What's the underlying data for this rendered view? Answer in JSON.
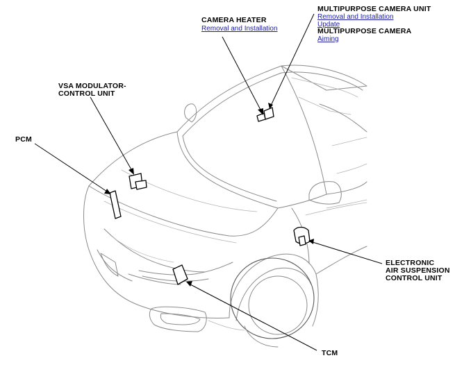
{
  "labels": {
    "camera_heater": {
      "title": "CAMERA HEATER",
      "links": [
        "Removal and Installation"
      ]
    },
    "multipurpose_camera_unit": {
      "title": "MULTIPURPOSE CAMERA UNIT",
      "links": [
        "Removal and Installation",
        "Update"
      ]
    },
    "multipurpose_camera": {
      "title": "MULTIPURPOSE CAMERA",
      "links": [
        "Aiming"
      ]
    },
    "vsa_modulator": {
      "line1": "VSA MODULATOR-",
      "line2": "CONTROL UNIT"
    },
    "pcm": {
      "title": "PCM"
    },
    "electronic_air_suspension": {
      "line1": "ELECTRONIC",
      "line2": "AIR SUSPENSION",
      "line3": "CONTROL UNIT"
    },
    "tcm": {
      "title": "TCM"
    }
  },
  "colors": {
    "link": "#1a1aa6",
    "label": "#000000",
    "car_outline": "#8a8a8a"
  }
}
